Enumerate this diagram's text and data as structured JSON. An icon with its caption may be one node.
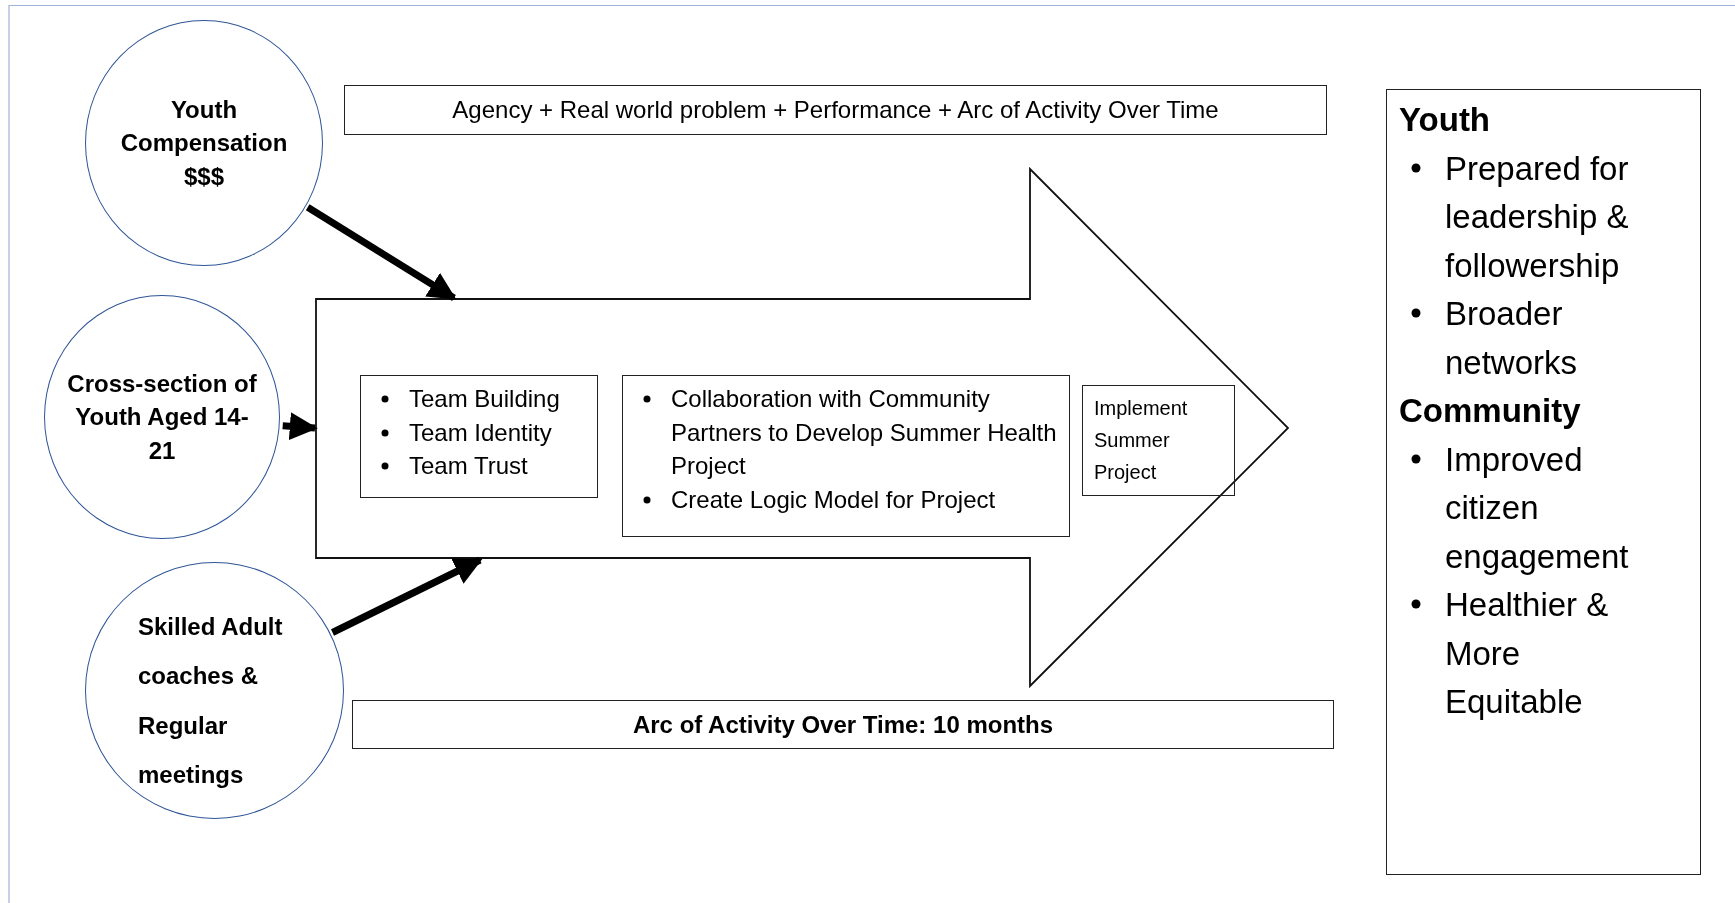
{
  "diagram": {
    "nodes": [
      {
        "text": [
          "Youth Compensation $$$"
        ]
      },
      {
        "text": [
          "Agency + Real world problem + Performance + Arc of Activity Over Time"
        ]
      },
      {
        "text": [
          "Youth",
          "Prepared for leadership & followership",
          "Broader networks",
          "Community",
          "Improved citizen engagement",
          "Healthier & More Equitable"
        ]
      },
      {
        "text": [
          "Cross-section of Youth Aged 14-21"
        ]
      },
      {
        "text": [],
        "shape": "arrow"
      },
      {
        "text": [
          "Team Building",
          "Team Identity",
          "Team Trust"
        ],
        "in": 4
      },
      {
        "text": [
          "Collaboration with Community Partners to Develop Summer Health Project",
          "Create Logic Model for Project"
        ],
        "in": 4
      },
      {
        "text": [
          "Implement Summer Project"
        ],
        "in": 4
      },
      {
        "text": [
          "Skilled Adult coaches & Regular meetings"
        ]
      },
      {
        "text": [
          "Arc of Activity Over Time: 10 months"
        ]
      }
    ],
    "edges": [
      {
        "from": 0,
        "to": 4,
        "arrow": "to"
      },
      {
        "from": 3,
        "to": 4,
        "arrow": "to"
      },
      {
        "from": 8,
        "to": 4,
        "arrow": "to"
      }
    ]
  }
}
